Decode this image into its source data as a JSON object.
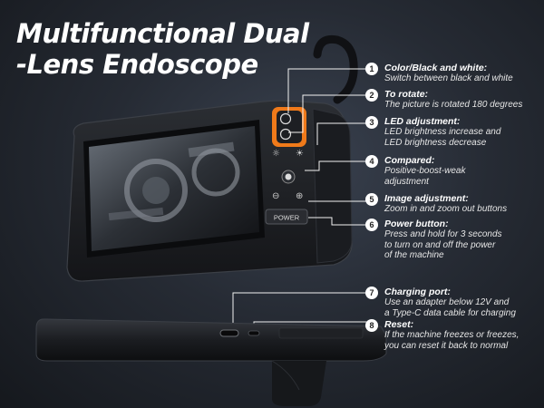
{
  "title": {
    "line1": "Multifunctional Dual",
    "line2": "-Lens Endoscope"
  },
  "device": {
    "power_label": "POWER",
    "accent_color": "#f07a1a"
  },
  "features": [
    {
      "num": "1",
      "heading": "Color/Black and white:",
      "lines": [
        "Switch between black and white"
      ]
    },
    {
      "num": "2",
      "heading": "To rotate:",
      "lines": [
        "The picture is rotated 180 degrees"
      ]
    },
    {
      "num": "3",
      "heading": "LED adjustment:",
      "lines": [
        "LED brightness increase and",
        "LED brightness decrease"
      ]
    },
    {
      "num": "4",
      "heading": "Compared:",
      "lines": [
        "Positive-boost-weak",
        "adjustment"
      ]
    },
    {
      "num": "5",
      "heading": "Image adjustment:",
      "lines": [
        "Zoom in and zoom out buttons"
      ]
    },
    {
      "num": "6",
      "heading": "Power button:",
      "lines": [
        "Press and hold for 3 seconds",
        "to turn on and off the power",
        "of the machine"
      ]
    },
    {
      "num": "7",
      "heading": "Charging port:",
      "lines": [
        "Use an adapter below 12V and",
        "a Type-C data cable for charging"
      ]
    },
    {
      "num": "8",
      "heading": "Reset:",
      "lines": [
        "If the machine freezes or freezes,",
        "you can reset it back to normal"
      ]
    }
  ]
}
